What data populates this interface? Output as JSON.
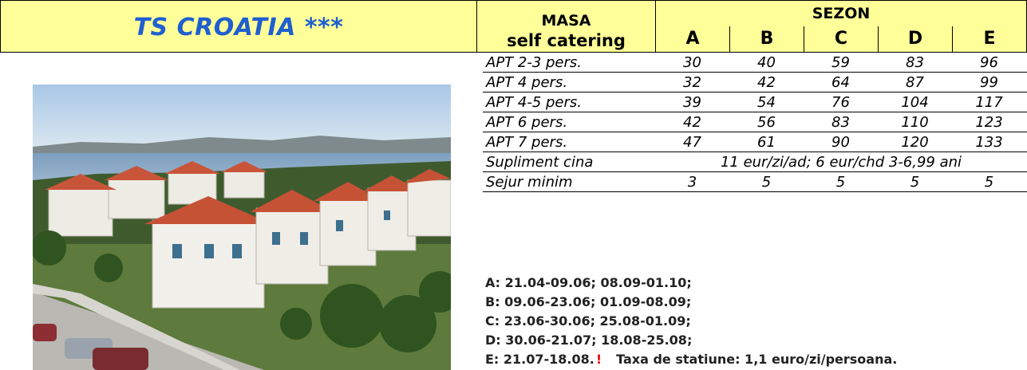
{
  "header": {
    "title": "TS CROATIA ***",
    "masa_label": "MASA",
    "masa_value": "self catering",
    "sezon_label": "SEZON",
    "seasons": [
      "A",
      "B",
      "C",
      "D",
      "E"
    ]
  },
  "rows": [
    {
      "label": "APT 2-3 pers.",
      "values": [
        "30",
        "40",
        "59",
        "83",
        "96"
      ]
    },
    {
      "label": "APT 4 pers.",
      "values": [
        "32",
        "42",
        "64",
        "87",
        "99"
      ]
    },
    {
      "label": "APT 4-5 pers.",
      "values": [
        "39",
        "54",
        "76",
        "104",
        "117"
      ]
    },
    {
      "label": "APT 6 pers.",
      "values": [
        "42",
        "56",
        "83",
        "110",
        "123"
      ]
    },
    {
      "label": "APT 7 pers.",
      "values": [
        "47",
        "61",
        "90",
        "120",
        "133"
      ]
    }
  ],
  "supliment": {
    "label": "Supliment cina",
    "text": "11 eur/zi/ad; 6 eur/chd 3-6,99 ani"
  },
  "sejur": {
    "label": "Sejur minim",
    "values": [
      "3",
      "5",
      "5",
      "5",
      "5"
    ]
  },
  "notes": [
    "A: 21.04-09.06; 08.09-01.10;",
    "B: 09.06-23.06; 01.09-08.09;",
    "C: 23.06-30.06; 25.08-01.09;",
    "D: 30.06-21.07; 18.08-25.08;",
    "E: 21.07-18.08."
  ],
  "warning_mark": "!",
  "taxa": "Taxa de statiune: 1,1 euro/zi/persoana.",
  "colors": {
    "header_bg": "#ffff99",
    "title": "#1f5fd1",
    "warning": "#e01010"
  }
}
